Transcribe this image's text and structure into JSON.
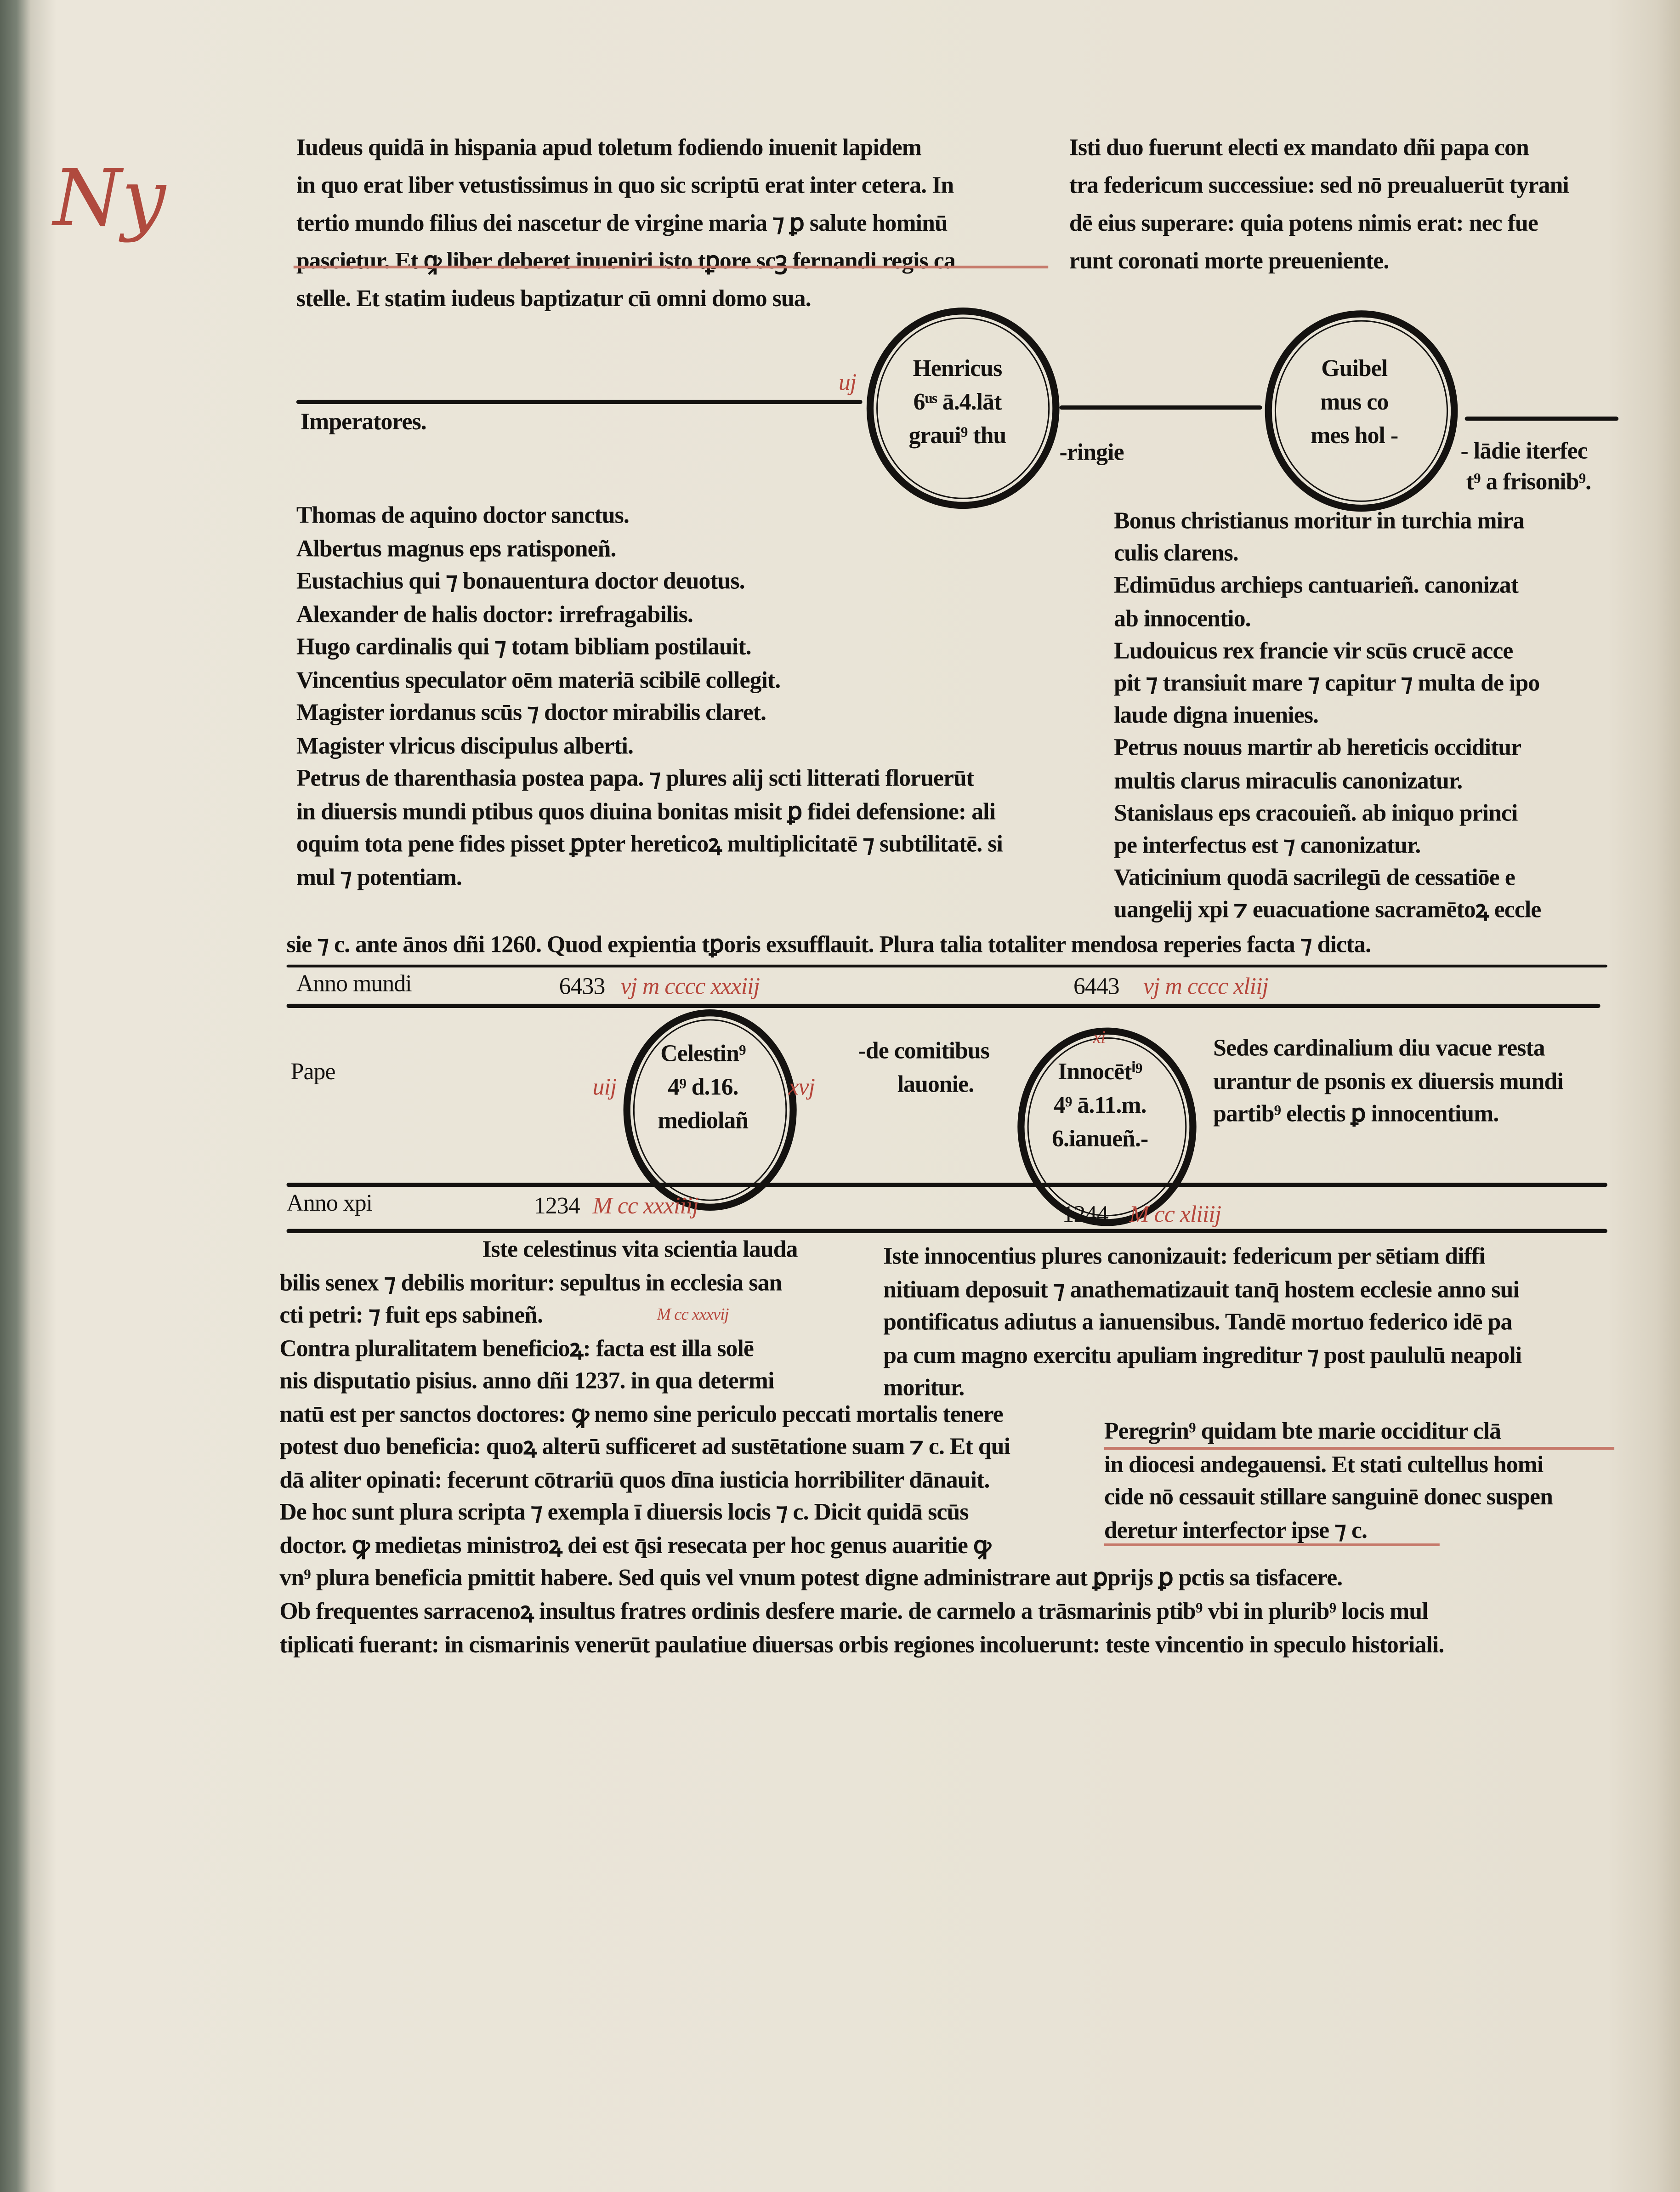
{
  "margin_note": "Ny",
  "top_left": [
    "Iudeus quidā in hispania apud toletum fodiendo inuenit lapidem",
    "in quo erat liber vetustissimus in quo sic scriptū erat inter cetera. In",
    "tertio mundo filius dei nascetur de virgine maria ⁊ ꝑ salute hominū",
    "pascietur. Et ꝙ liber deberet inueniri isto tꝑore scꝫ fernandi regis ca",
    "stelle. Et statim iudeus baptizatur cū omni domo sua."
  ],
  "top_right": [
    "Isti duo fuerunt electi ex mandato dñi papa con",
    "tra federicum successiue: sed nō preualuerūt tyrani",
    "dē eius superare: quia potens nimis erat: nec fue",
    "runt coronati morte preueniente."
  ],
  "emperors": {
    "label": "Imperatores.",
    "circle1": [
      "Henricus",
      "6ᵘˢ ā.4.lāt",
      "graui⁹ thu"
    ],
    "circle1_red": "uj",
    "circle1_cont": "-ringie",
    "circle2": [
      "Guibel",
      "mus co",
      "mes hol -"
    ],
    "circle2_cont": [
      "- lādie iterfec",
      "t⁹ a frisonib⁹."
    ]
  },
  "left_list": [
    "Thomas de aquino doctor sanctus.",
    "Albertus magnus eps ratisponeñ.",
    "Eustachius qui ⁊ bonauentura doctor deuotus.",
    "Alexander de halis doctor: irrefragabilis.",
    "Hugo cardinalis qui ⁊ totam bibliam postilauit.",
    "Vincentius speculator oēm materiā scibilē collegit.",
    "Magister iordanus scūs ⁊ doctor mirabilis claret.",
    "Magister vlricus discipulus alberti.",
    "Petrus de tharenthasia postea papa. ⁊ plures alij scti litterati floruerūt",
    "in diuersis mundi ptibus quos diuina bonitas misit ꝑ fidei defensione: ali",
    "oquim tota pene fides pisset ꝑpter hereticoꝝ multiplicitatē ⁊ subtilitatē. si",
    "mul ⁊ potentiam."
  ],
  "right_list": [
    "Bonus christianus moritur in turchia mira",
    "culis clarens.",
    "Edimūdus archieps cantuarieñ. canonizat",
    "ab innocentio.",
    "Ludouicus rex francie vir scūs crucē acce",
    "pit ⁊ transiuit mare ⁊ capitur ⁊ multa de ipo",
    "laude digna inuenies.",
    "Petrus nouus martir ab hereticis occiditur",
    "multis clarus miraculis canonizatur.",
    "Stanislaus eps cracouieñ. ab iniquo princi",
    "pe interfectus est ⁊ canonizatur.",
    "Vaticinium quodā sacrilegū de cessatiōe e",
    "uangelij xpi ⁊ euacuatione sacramētoꝝ eccle"
  ],
  "full_line": "sie ⁊ c. ante ānos dñi 1260. Quod expientia tꝑoris exsufflauit. Plura talia totaliter mendosa reperies facta ⁊ dicta.",
  "anno_mundi": {
    "label": "Anno mundi",
    "y1": "6433",
    "y1_red": "vj m cccc xxxiij",
    "y2": "6443",
    "y2_red": "vj m cccc xliij"
  },
  "popes": {
    "label": "Pape",
    "circle3": [
      "Celestin⁹",
      "4⁹ d.16.",
      "mediolañ"
    ],
    "circle3_red_l": "uij",
    "circle3_red_r": "xvj",
    "between": [
      "-de comitibus",
      "lauonie."
    ],
    "circle4": [
      "Innocētⁱ⁹",
      "4⁹ ā.11.m.",
      "6.ianueñ.-"
    ],
    "circle4_red": "xi",
    "side": [
      "Sedes cardinalium diu vacue resta",
      "urantur de psonis ex diuersis mundi",
      "partib⁹ electis ꝑ innocentium."
    ]
  },
  "anno_xpi": {
    "label": "Anno xpi",
    "y1": "1234",
    "y1_red": "M cc xxxiiij",
    "y2": "1244",
    "y2_red": "M cc xliiij"
  },
  "bottom_left": [
    "Iste celestinus vita scientia lauda",
    "bilis senex ⁊ debilis moritur: sepultus in ecclesia san",
    "cti petri: ⁊ fuit eps sabineñ.",
    "Contra pluralitatem beneficioꝝ: facta est illa solē",
    "nis disputatio pisius. anno dñi 1237. in qua determi",
    "natū est per sanctos doctores: ꝙ nemo sine periculo peccati mortalis tenere",
    "potest duo beneficia: quoꝝ alterū sufficeret ad sustētatione suam ⁊ c. Et qui",
    "dā aliter opinati: fecerunt cōtrariū quos dīna iusticia horribiliter dānauit.",
    "De hoc sunt plura scripta ⁊ exempla ī diuersis locis ⁊ c. Dicit quidā scūs",
    "doctor. ꝙ medietas ministroꝝ dei est q̄si resecata per hoc genus auaritie ꝙ",
    "vn⁹ plura beneficia pmittit habere. Sed quis vel vnum potest digne administrare aut ꝑprijs ꝑ pctis sa tisfacere."
  ],
  "bottom_left_red": "M cc xxxvij",
  "bottom_right": [
    "Iste innocentius plures canonizauit: federicum per sētiam diffi",
    "nitiuam deposuit ⁊ anathematizauit tanq̄ hostem ecclesie anno sui",
    "pontificatus adiutus a ianuensibus. Tandē mortuo federico idē pa",
    "pa cum magno exercitu apuliam ingreditur ⁊ post paululū neapoli",
    "moritur."
  ],
  "peregrinus": [
    "Peregrin⁹ quidam bte marie occiditur clā",
    "in diocesi andegauensi. Et stati cultellus homi",
    "cide nō cessauit stillare sanguinē donec suspen",
    "deretur interfector ipse ⁊ c."
  ],
  "final": [
    "Ob frequentes sarracenoꝝ insultus fratres ordinis desfere marie. de carmelo a trāsmarinis ptib⁹ vbi in plurib⁹ locis mul",
    "tiplicati fuerant: in cismarinis venerūt paulatiue diuersas orbis regiones incoluerunt: teste vincentio in speculo historiali."
  ]
}
